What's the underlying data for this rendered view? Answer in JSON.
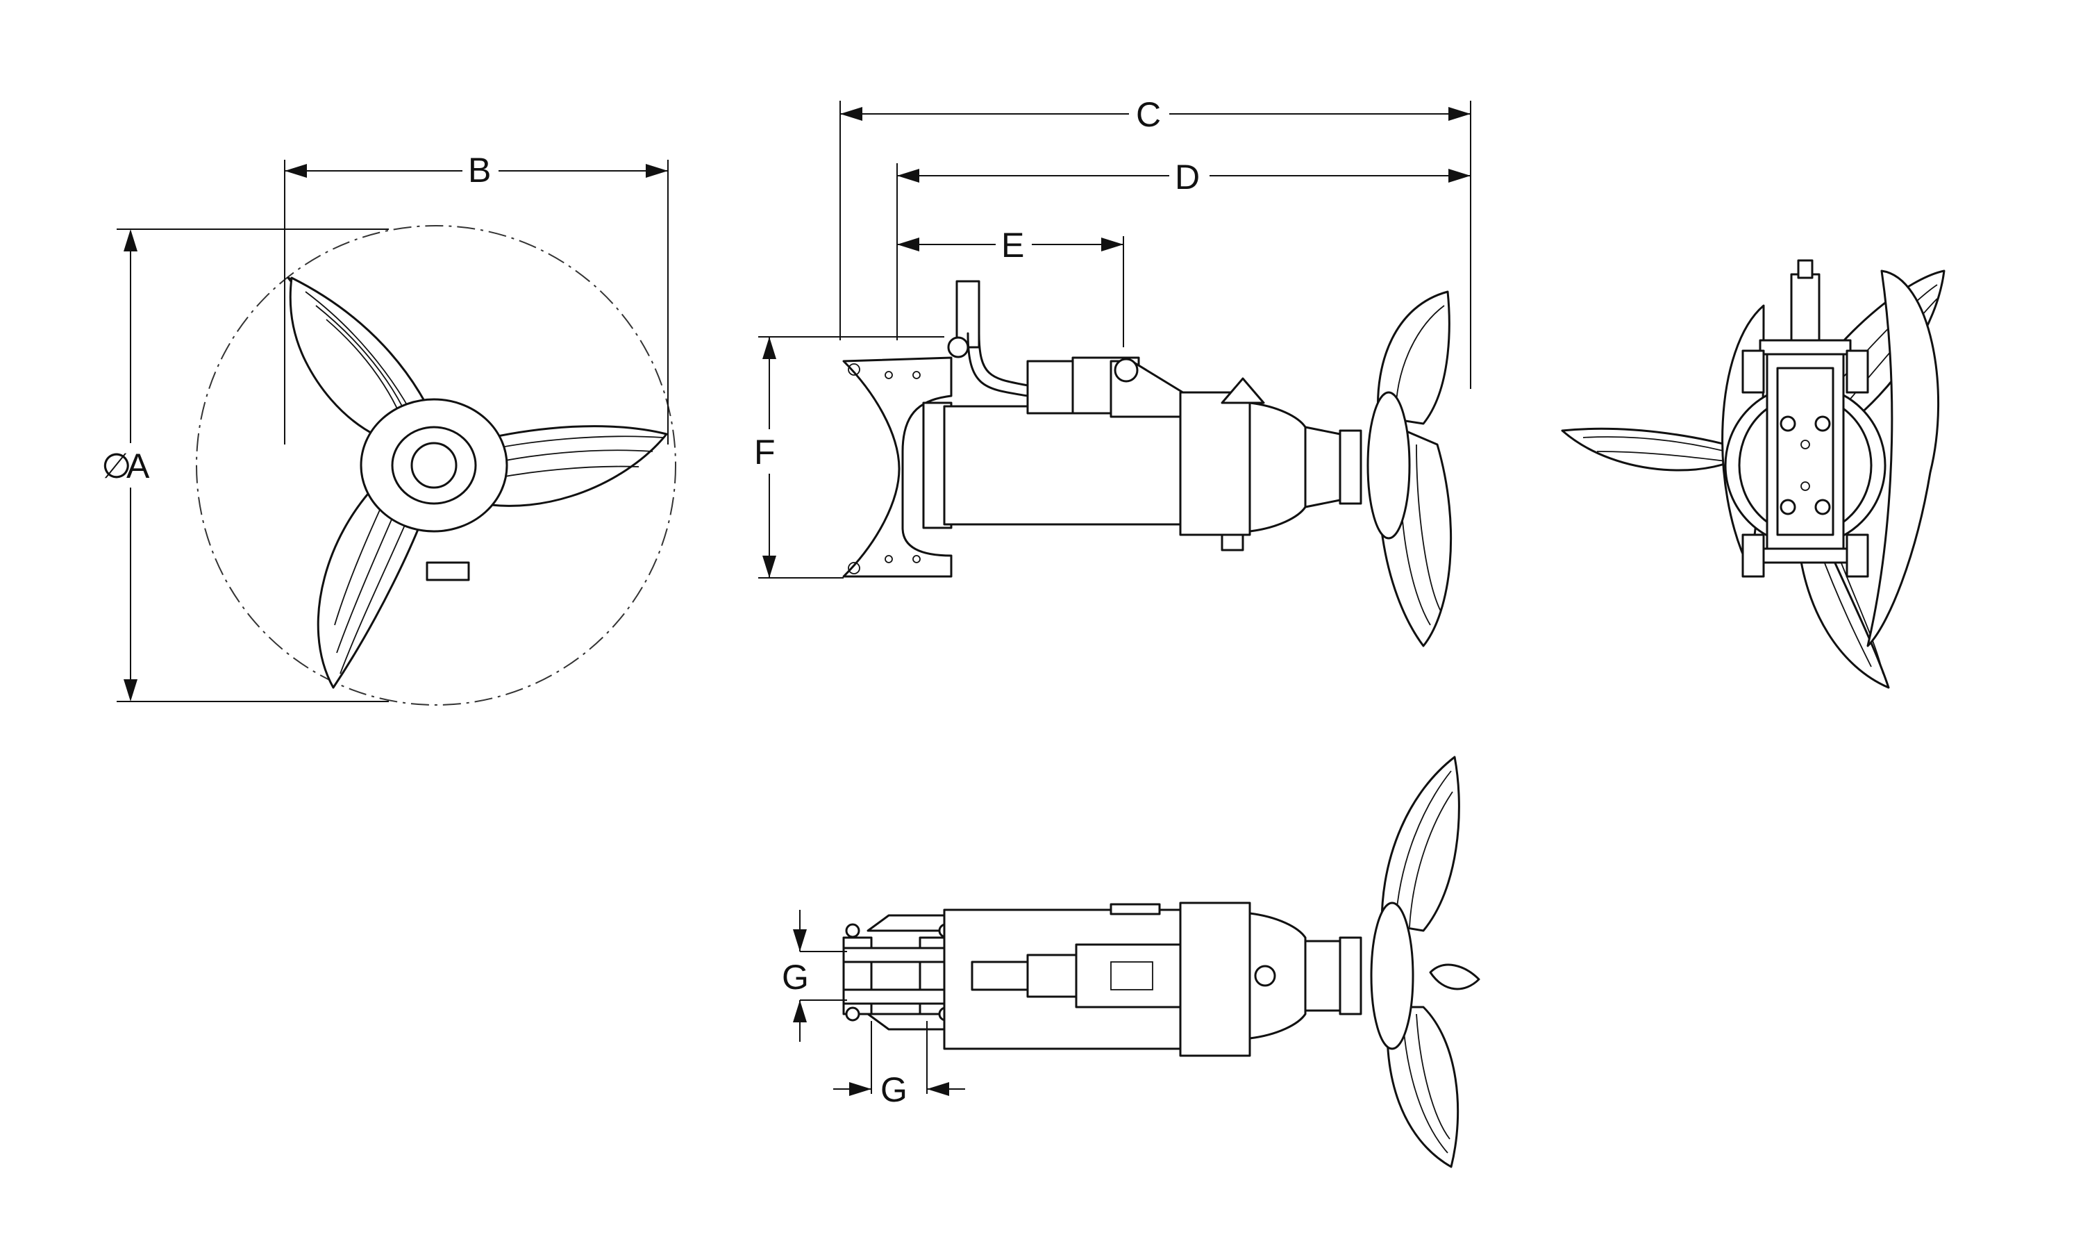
{
  "drawing": {
    "dimension_labels": {
      "a": "A",
      "b": "B",
      "c": "C",
      "d": "D",
      "e": "E",
      "f": "F",
      "g_vertical": "G",
      "g_horizontal": "G"
    }
  }
}
